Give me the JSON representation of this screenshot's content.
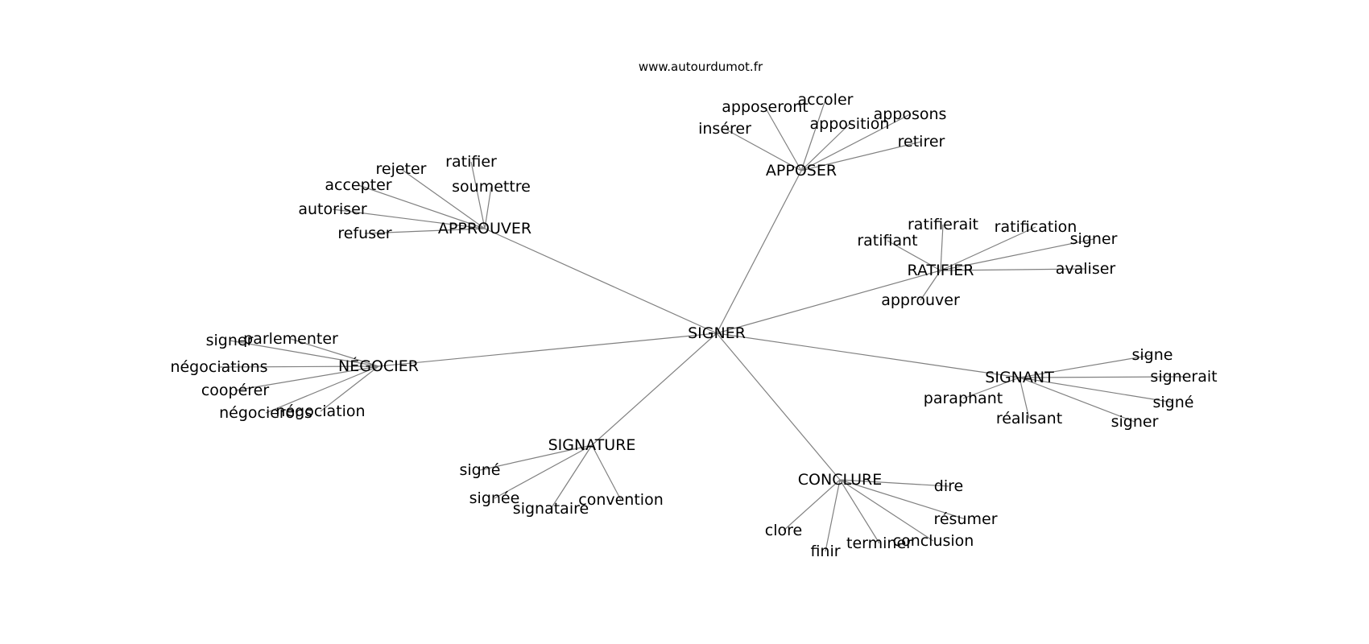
{
  "site": "www.autourdumot.fr",
  "center": "SIGNER",
  "clusters": [
    {
      "hub": "APPOSER",
      "leaves": [
        "insérer",
        "apposeront",
        "accoler",
        "apposition",
        "apposons",
        "retirer"
      ]
    },
    {
      "hub": "APPROUVER",
      "leaves": [
        "rejeter",
        "ratifier",
        "soumettre",
        "accepter",
        "autoriser",
        "refuser"
      ]
    },
    {
      "hub": "RATIFIER",
      "leaves": [
        "ratifiant",
        "ratifierait",
        "ratification",
        "signer",
        "avaliser",
        "approuver"
      ]
    },
    {
      "hub": "NÉGOCIER",
      "leaves": [
        "signer",
        "parlementer",
        "négociations",
        "coopérer",
        "négocierons",
        "négociation"
      ]
    },
    {
      "hub": "SIGNANT",
      "leaves": [
        "signe",
        "signerait",
        "signé",
        "signer",
        "réalisant",
        "paraphant"
      ]
    },
    {
      "hub": "SIGNATURE",
      "leaves": [
        "signé",
        "signée",
        "signataire",
        "convention"
      ]
    },
    {
      "hub": "CONCLURE",
      "leaves": [
        "dire",
        "résumer",
        "conclusion",
        "terminer",
        "finir",
        "clore"
      ]
    }
  ]
}
